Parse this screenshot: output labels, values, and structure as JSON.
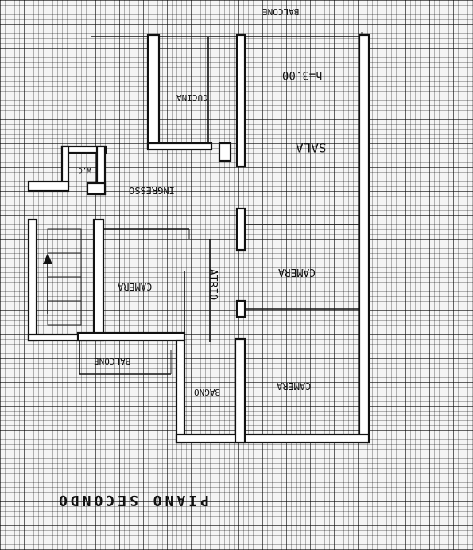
{
  "rooms": {
    "balcony_top": "BALCONE",
    "kitchen": "CUCINA",
    "living": "SALA",
    "height": "h=3.00",
    "entrance": "INGRESSO",
    "wc": "W.C.",
    "hall": "ATRIO",
    "bedroom_left": "CAMERA",
    "bedroom_right": "CAMERA",
    "bedroom_bottom": "CAMERA",
    "bath": "BAGNO",
    "balcony_bottom": "BALCONE"
  },
  "footer": {
    "floor_title": "PIANO SECONDO"
  },
  "colors": {
    "ink": "#111111",
    "paper": "#f4f4f4"
  }
}
